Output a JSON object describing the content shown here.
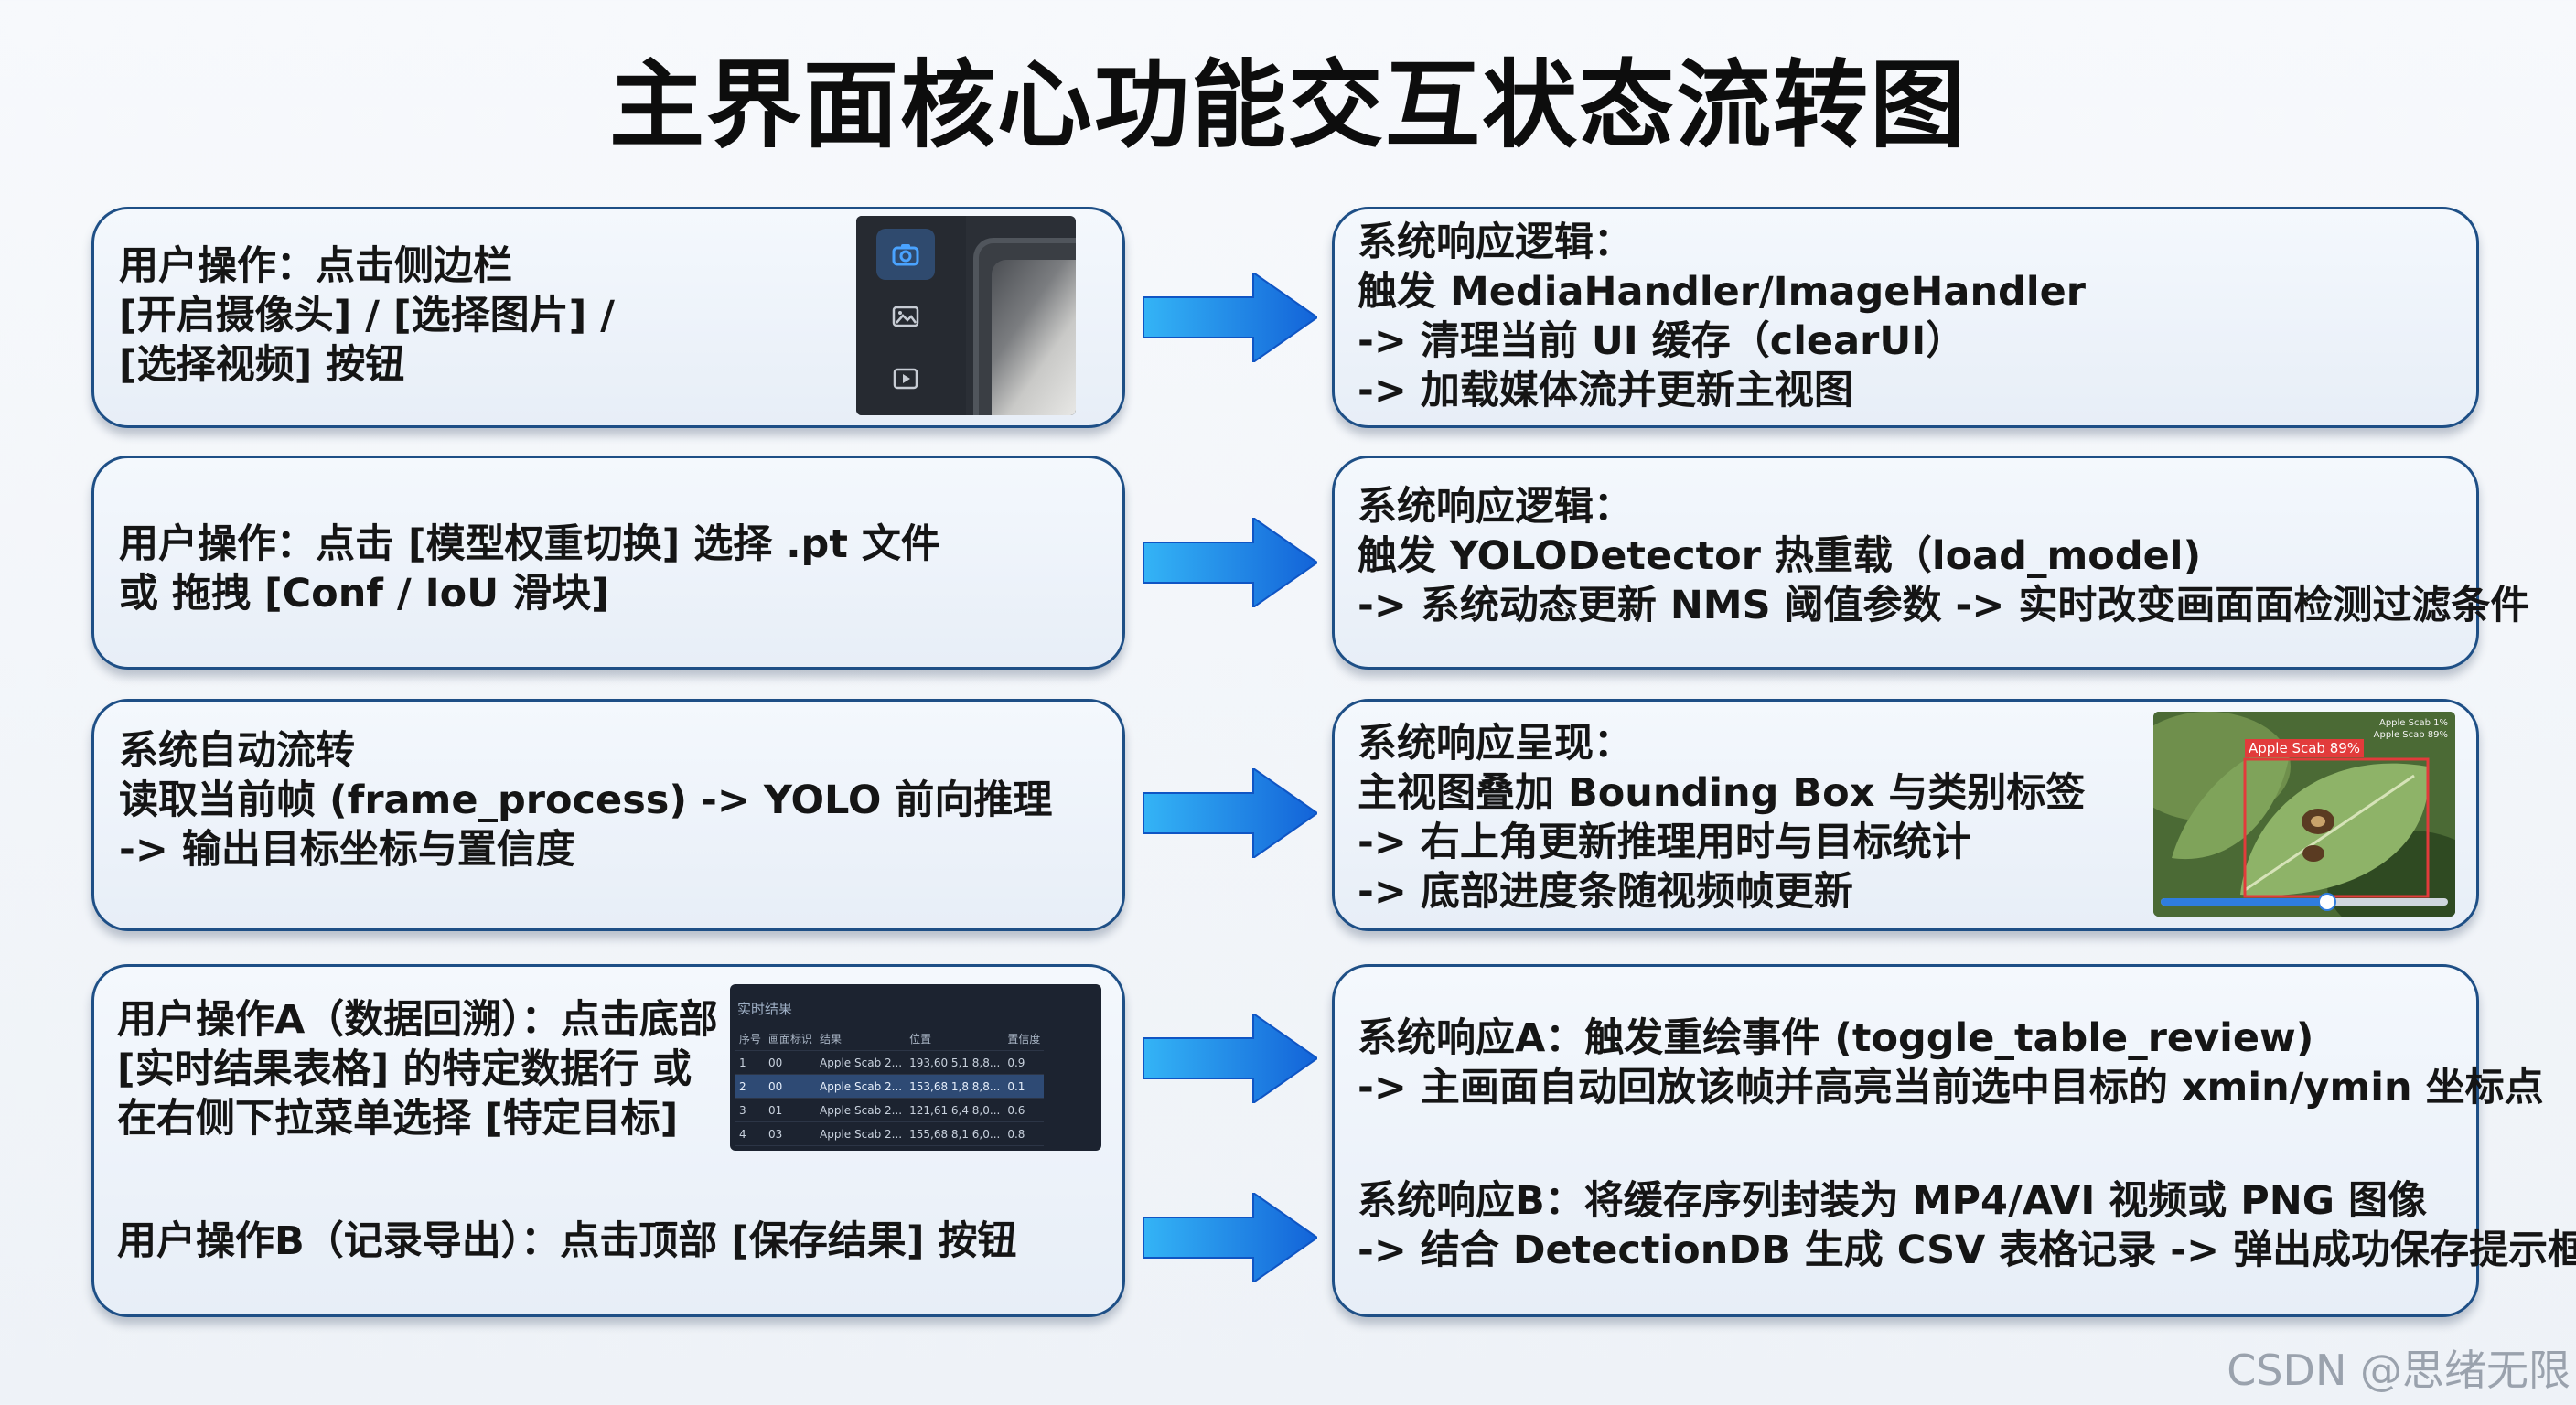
{
  "title": "主界面核心功能交互状态流转图",
  "watermark": "CSDN @思绪无限",
  "colors": {
    "border": "#1e4f86",
    "arrow_light": "#34b4f6",
    "arrow_dark": "#1363d8",
    "box_bg": "#eef3fa"
  },
  "rows": [
    {
      "left": [
        "用户操作：点击侧边栏",
        "[开启摄像头] / [选择图片] /",
        "[选择视频] 按钮"
      ],
      "right": [
        "系统响应逻辑：",
        "触发 MediaHandler/ImageHandler",
        "-> 清理当前 UI 缓存（clearUI）",
        "-> 加载媒体流并更新主视图"
      ],
      "thumb_icons": [
        "camera-icon",
        "image-icon",
        "video-icon"
      ]
    },
    {
      "left": [
        "用户操作：点击 [模型权重切换] 选择 .pt 文件",
        "或 拖拽 [Conf / IoU 滑块]"
      ],
      "right": [
        "系统响应逻辑：",
        "触发 YOLODetector 热重载（load_model)",
        "-> 系统动态更新 NMS 阈值参数 -> 实时改变画面面检测过滤条件"
      ]
    },
    {
      "left": [
        "系统自动流转",
        "读取当前帧 (frame_process) -> YOLO 前向推理",
        "-> 输出目标坐标与置信度"
      ],
      "right": [
        "系统响应呈现：",
        "主视图叠加 Bounding Box 与类别标签",
        "-> 右上角更新推理用时与目标统计",
        "-> 底部进度条随视频帧更新"
      ],
      "thumb": {
        "label": "Apple Scab 89%",
        "stats": [
          "Apple Scab 1%",
          "Apple Scab 89%"
        ],
        "progress": 0.58
      }
    },
    {
      "left_a": [
        "用户操作A（数据回溯）：点击底部",
        "[实时结果表格] 的特定数据行 或",
        "在右侧下拉菜单选择 [特定目标]"
      ],
      "left_b": [
        "用户操作B（记录导出）：点击顶部 [保存结果] 按钮"
      ],
      "right_a": [
        "系统响应A：触发重绘事件 (toggle_table_review)",
        "-> 主画面自动回放该帧并高亮当前选中目标的 xmin/ymin 坐标点"
      ],
      "right_b": [
        "系统响应B：将缓存序列封装为 MP4/AVI 视频或 PNG 图像",
        "-> 结合 DetectionDB 生成 CSV 表格记录 -> 弹出成功保存提示框"
      ],
      "table": {
        "heading": "实时结果",
        "columns": [
          "序号",
          "画面标识",
          "结果",
          "位置",
          "置信度"
        ],
        "rows": [
          [
            "1",
            "00",
            "Apple Scab 2...",
            "193,60 5,1 8,8...",
            "0.9"
          ],
          [
            "2",
            "00",
            "Apple Scab 2...",
            "153,68 1,8 8,8...",
            "0.1"
          ],
          [
            "3",
            "01",
            "Apple Scab 2...",
            "121,61 6,4 8,0...",
            "0.6"
          ],
          [
            "4",
            "03",
            "Apple Scab 2...",
            "155,68 8,1 6,0...",
            "0.8"
          ]
        ],
        "selected_row": 1
      }
    }
  ]
}
